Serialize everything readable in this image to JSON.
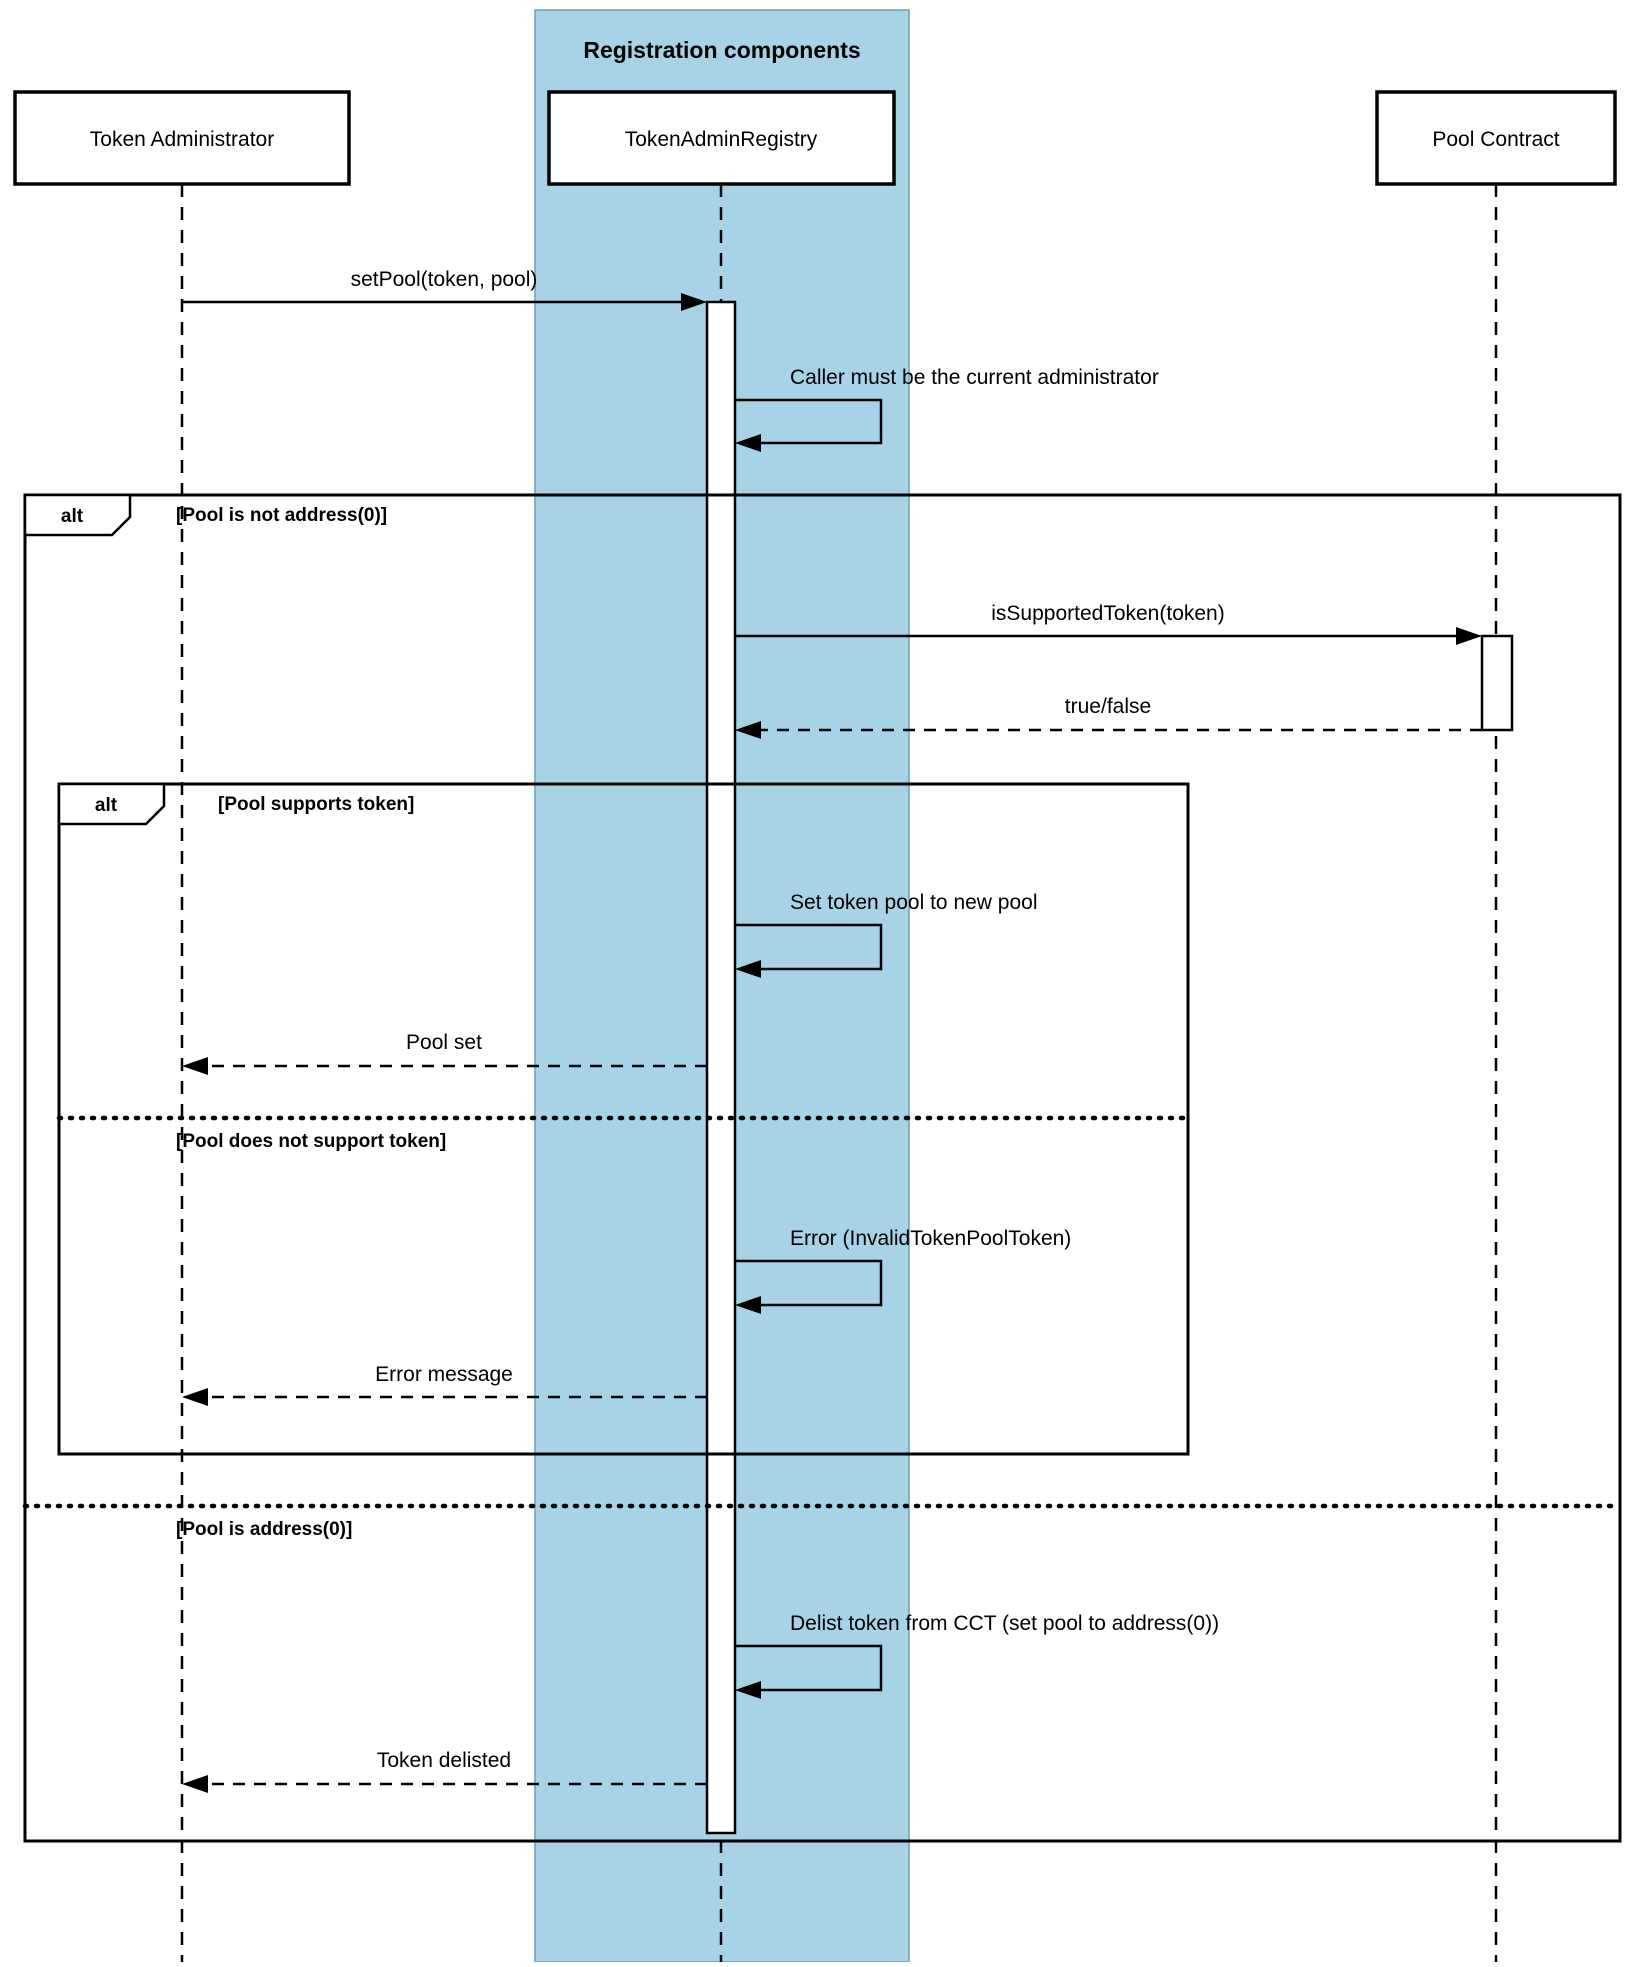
{
  "colors": {
    "highlight": "#a8d3e6",
    "stroke": "#000000"
  },
  "band": {
    "title": "Registration components"
  },
  "actors": {
    "admin": "Token Administrator",
    "registry": "TokenAdminRegistry",
    "pool": "Pool Contract"
  },
  "frames": {
    "outer": {
      "operator": "alt",
      "guard_top": "[Pool is not address(0)]",
      "guard_bottom": "[Pool is address(0)]"
    },
    "inner": {
      "operator": "alt",
      "guard_top": "[Pool supports token]",
      "guard_bottom": "[Pool does not support token]"
    }
  },
  "messages": {
    "set_pool": "setPool(token, pool)",
    "caller_check": "Caller must be the current administrator",
    "is_supported_token": "isSupportedToken(token)",
    "true_false": "true/false",
    "set_token_pool": "Set token pool to new pool",
    "pool_set": "Pool set",
    "error_invalid_token_pool": "Error (InvalidTokenPoolToken)",
    "error_message": "Error message",
    "delist_token": "Delist token from CCT (set pool to address(0))",
    "token_delisted": "Token delisted"
  }
}
